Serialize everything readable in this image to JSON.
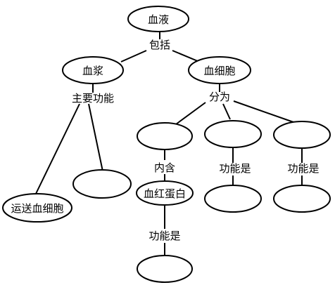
{
  "nodes": {
    "root": "血液",
    "plasma": "血浆",
    "cells": "血细胞",
    "plasma_left": "运送血细胞",
    "plasma_right": "",
    "cell_type_1": "",
    "cell_type_2": "",
    "cell_type_3": "",
    "hemoglobin": "血红蛋白",
    "hemoglobin_function": "",
    "cell_type_2_function": "",
    "cell_type_3_function": ""
  },
  "links": {
    "includes": "包括",
    "main_function": "主要功能",
    "divided_into": "分为",
    "contains": "内含",
    "function_is_1": "功能是",
    "function_is_2": "功能是",
    "function_is_3": "功能是"
  },
  "colors": {
    "stroke": "#000000",
    "fill": "#ffffff",
    "text": "#000000"
  }
}
